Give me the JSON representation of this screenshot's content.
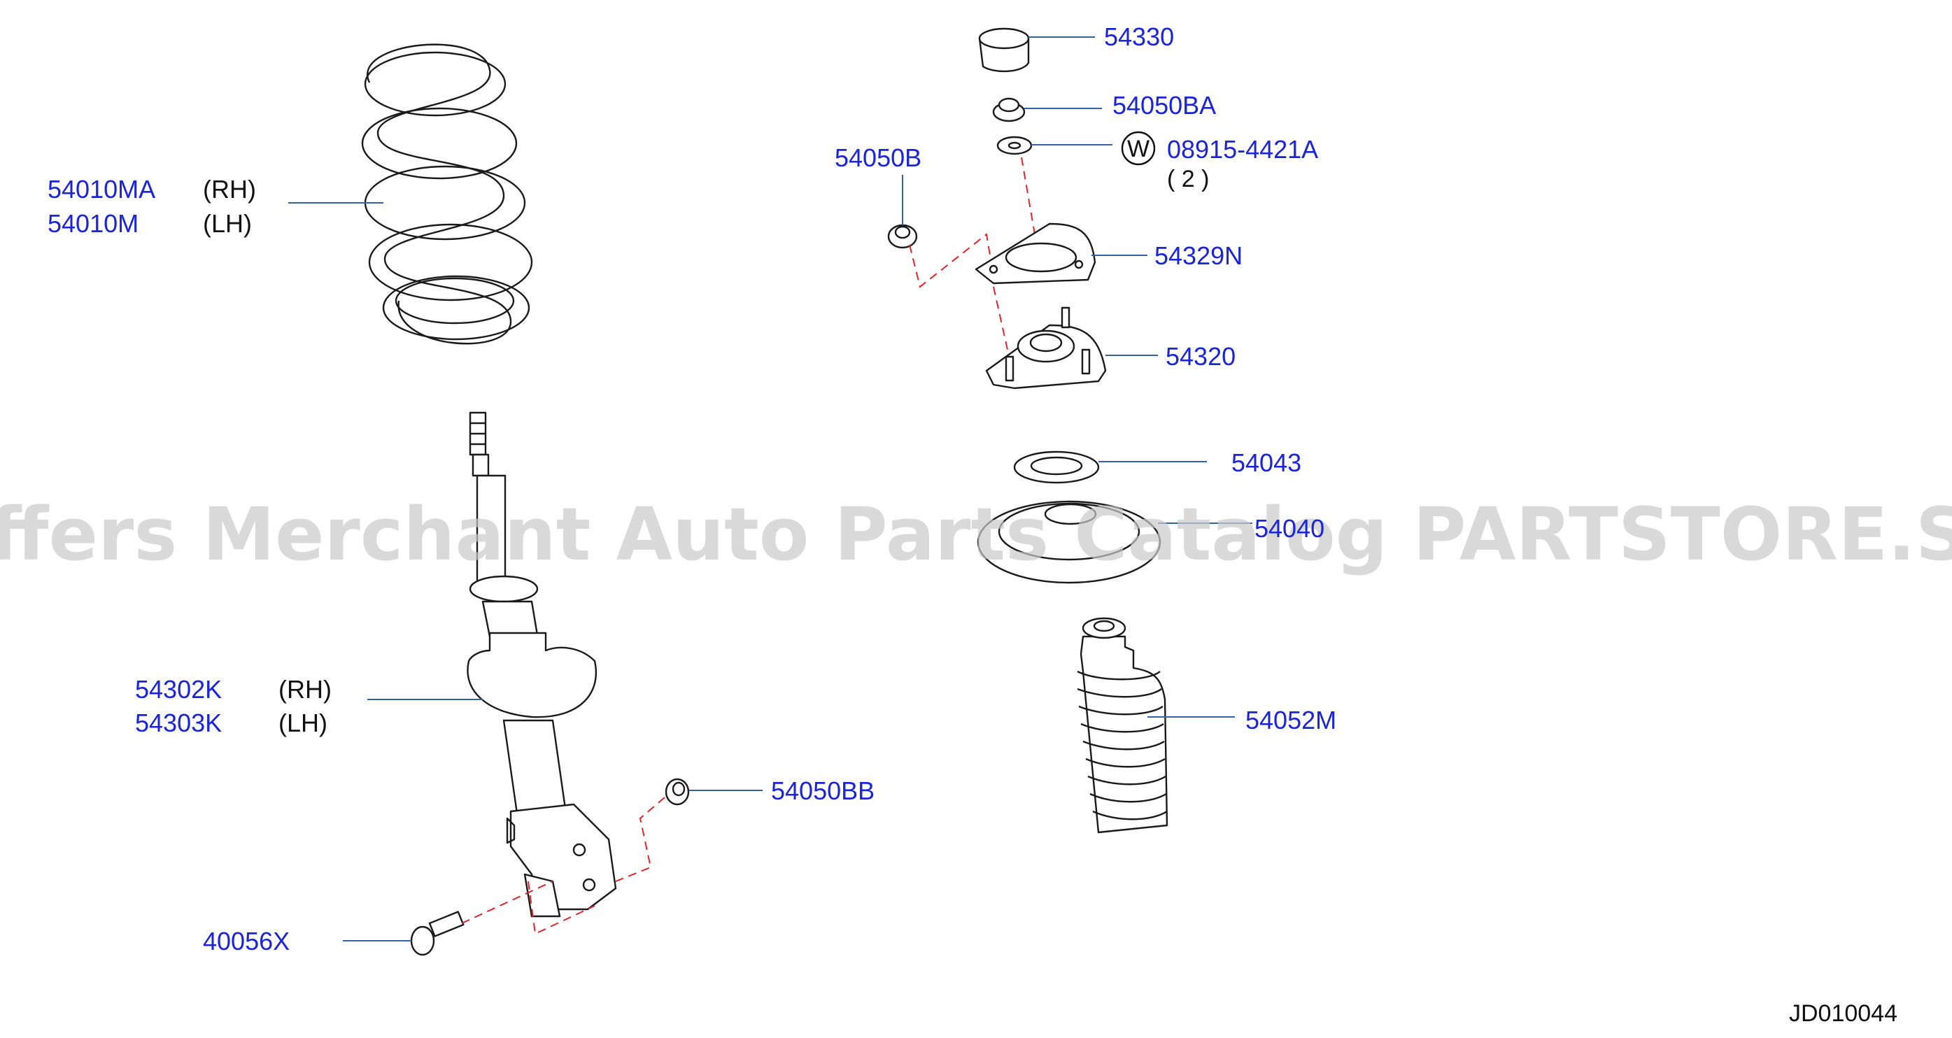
{
  "diagram": {
    "code": "JD010044",
    "watermark": "Offers Merchant Auto Parts Catalog PARTSTORE.SA",
    "parts": {
      "p54330": "54330",
      "p54050BA": "54050BA",
      "p54050B": "54050B",
      "p08915": "08915-4421A",
      "washer_symbol": "W",
      "qty": "( 2 )",
      "p54329N": "54329N",
      "p54320": "54320",
      "p54043": "54043",
      "p54040": "54040",
      "p54052M": "54052M",
      "p54010MA": "54010MA",
      "p54010M": "54010M",
      "p54302K": "54302K",
      "p54303K": "54303K",
      "p54050BB": "54050BB",
      "p40056X": "40056X"
    },
    "sides": {
      "rh": "(RH)",
      "lh": "(LH)"
    }
  }
}
